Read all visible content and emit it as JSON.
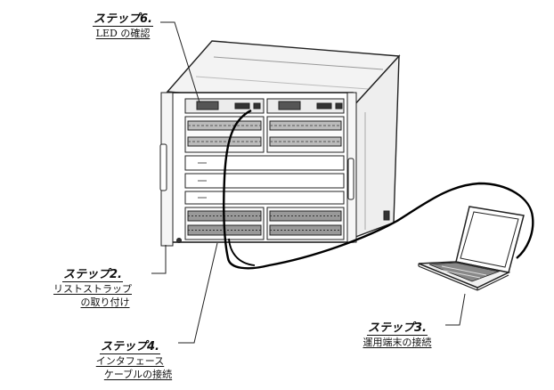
{
  "steps": {
    "step6": {
      "title": "ステップ6.",
      "lines": [
        "LED の確認"
      ]
    },
    "step2": {
      "title": "ステップ2.",
      "lines": [
        "リストストラップ",
        "の取り付け"
      ]
    },
    "step4": {
      "title": "ステップ4.",
      "lines": [
        "インタフェース",
        "ケーブルの接続"
      ]
    },
    "step3": {
      "title": "ステップ3.",
      "lines": [
        "運用端末の接続"
      ]
    }
  }
}
